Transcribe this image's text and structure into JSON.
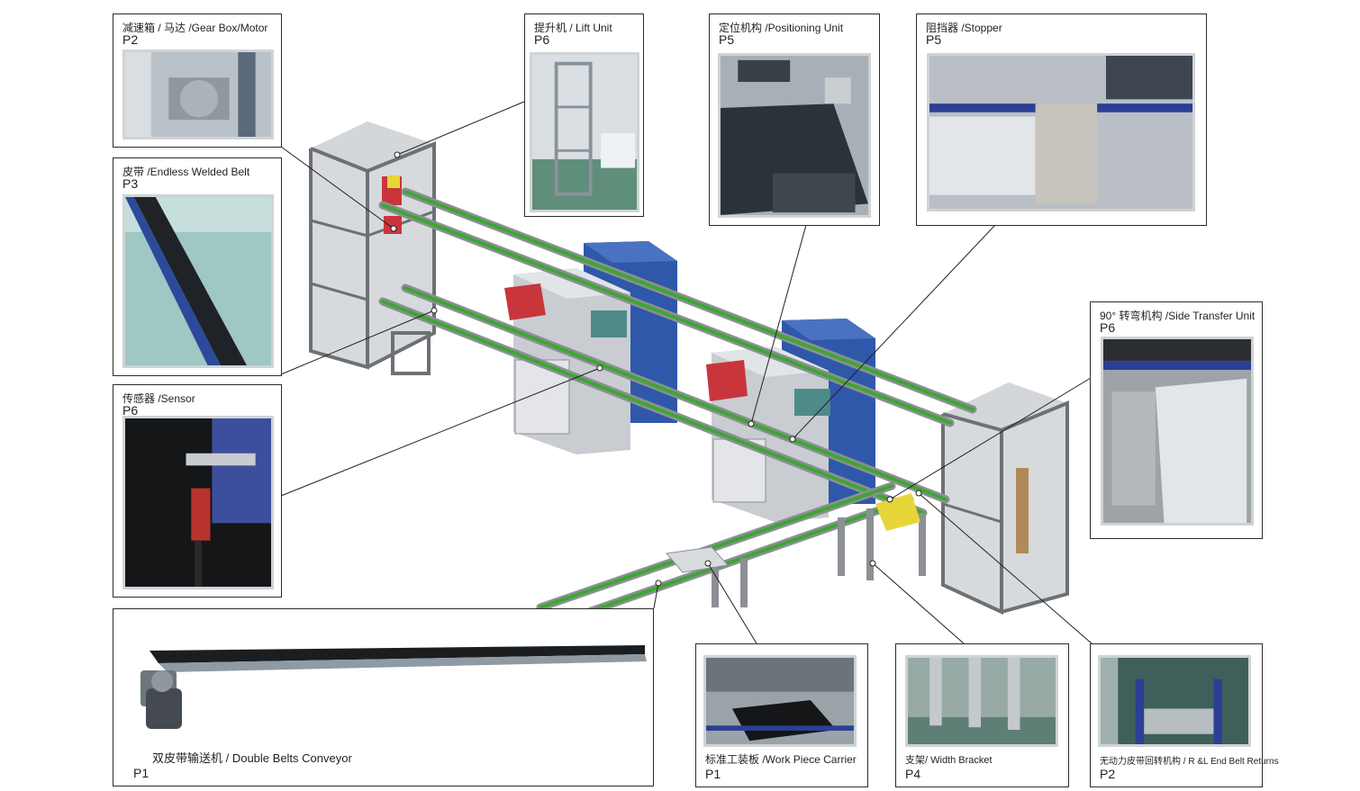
{
  "callouts": {
    "gearbox": {
      "name": "减速箱 / 马达 /Gear Box/Motor",
      "code": "P2",
      "photo": "gearbox-motor-photo"
    },
    "lift": {
      "name": "提升机 / Lift Unit",
      "code": "P6",
      "photo": "lift-unit-photo"
    },
    "position": {
      "name": "定位机构 /Positioning Unit",
      "code": "P5",
      "photo": "positioning-unit-photo"
    },
    "stopper": {
      "name": "阻挡器 /Stopper",
      "code": "P5",
      "photo": "stopper-photo"
    },
    "belt": {
      "name": "皮带 /Endless Welded Belt",
      "code": "P3",
      "photo": "welded-belt-photo"
    },
    "transfer": {
      "name": "90° 转弯机构 /Side Transfer Unit",
      "code": "P6",
      "photo": "side-transfer-photo"
    },
    "sensor": {
      "name": "传感器 /Sensor",
      "code": "P6",
      "photo": "sensor-photo"
    },
    "conveyor": {
      "name": "双皮带输送机 / Double Belts Conveyor",
      "code": "P1",
      "photo": "double-belt-conveyor-render"
    },
    "carrier": {
      "name": "标准工装板 /Work Piece Carrier",
      "code": "P1",
      "photo": "work-piece-carrier-photo"
    },
    "bracket": {
      "name": "支架/ Width Bracket",
      "code": "P4",
      "photo": "width-bracket-photo"
    },
    "returns": {
      "name": "无动力皮带回转机构 / R &L End Belt Returns",
      "code": "P2",
      "photo": "belt-returns-photo"
    }
  },
  "colors": {
    "belt_green": "#3fa535",
    "frame_grey": "#8c9094",
    "cabinet_blue": "#2b56a8",
    "panel_red": "#c8363c",
    "stopper_yellow": "#e8d53a",
    "callout_border": "#2b2b2b"
  }
}
